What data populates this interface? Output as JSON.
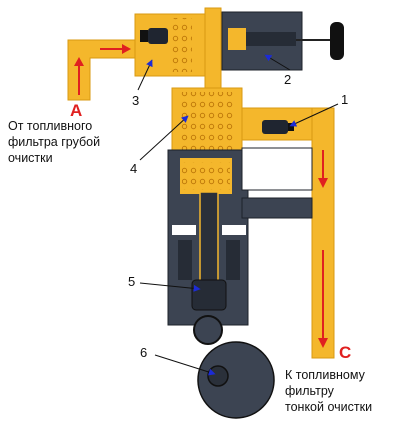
{
  "ports": {
    "inlet": "A",
    "outlet": "C"
  },
  "callouts": [
    "1",
    "2",
    "3",
    "4",
    "5",
    "6"
  ],
  "captions": {
    "inlet": "От топливного\nфильтра грубой\nочистки",
    "outlet": "К топливному\nфильтру\nтонкой очистки"
  },
  "colors": {
    "fuel": "#f4b72c",
    "fuel_edge": "#d99a12",
    "body": "#3c4452",
    "body_dark": "#262c36",
    "flow_arrow": "#e02020",
    "pointer_arrow": "#1c2bd6"
  }
}
